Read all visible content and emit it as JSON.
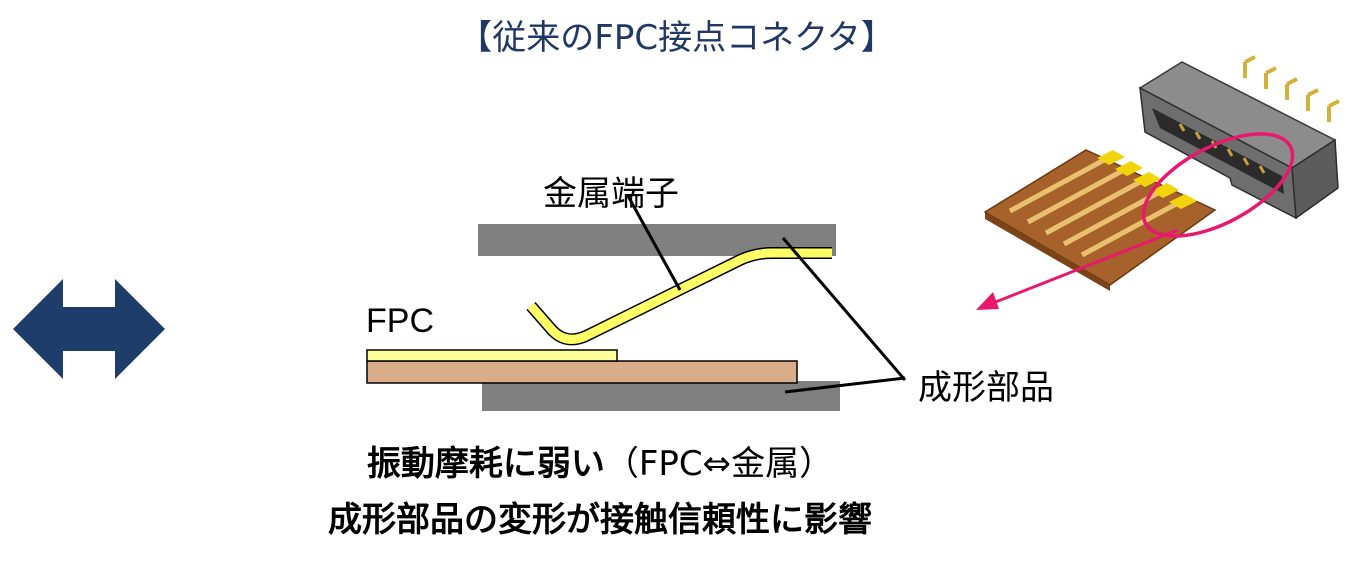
{
  "title": "【従来のFPC接点コネクタ】",
  "labels": {
    "metal_terminal": "金属端子",
    "fpc": "FPC",
    "molded_part": "成形部品"
  },
  "notes": {
    "line1_bold": "振動摩耗に弱い",
    "line1_paren": "（FPC⇔金属）",
    "line2": "成形部品の変形が接触信頼性に影響"
  },
  "colors": {
    "title": "#1f3864",
    "arrow_double": "#1f3d6b",
    "molded_part": "#808080",
    "fpc_substrate": "#d9ac8a",
    "fpc_film": "#ffff99",
    "terminal": "#ffff66",
    "highlight": "#e8186d"
  },
  "icons": [
    "double-headed-arrow-icon",
    "fpc-connector-photo-icon"
  ]
}
